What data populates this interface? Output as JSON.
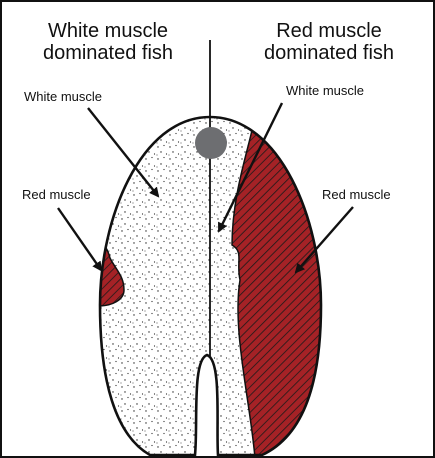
{
  "headings": {
    "left": "White muscle\ndominated fish",
    "right": "Red muscle\ndominated fish"
  },
  "labels": {
    "white_muscle_left": "White muscle",
    "white_muscle_right": "White muscle",
    "red_muscle_left": "Red muscle",
    "red_muscle_right": "Red muscle"
  },
  "colors": {
    "red_muscle": "#a52226",
    "backbone": "#6d6e71",
    "outline": "#111111"
  }
}
